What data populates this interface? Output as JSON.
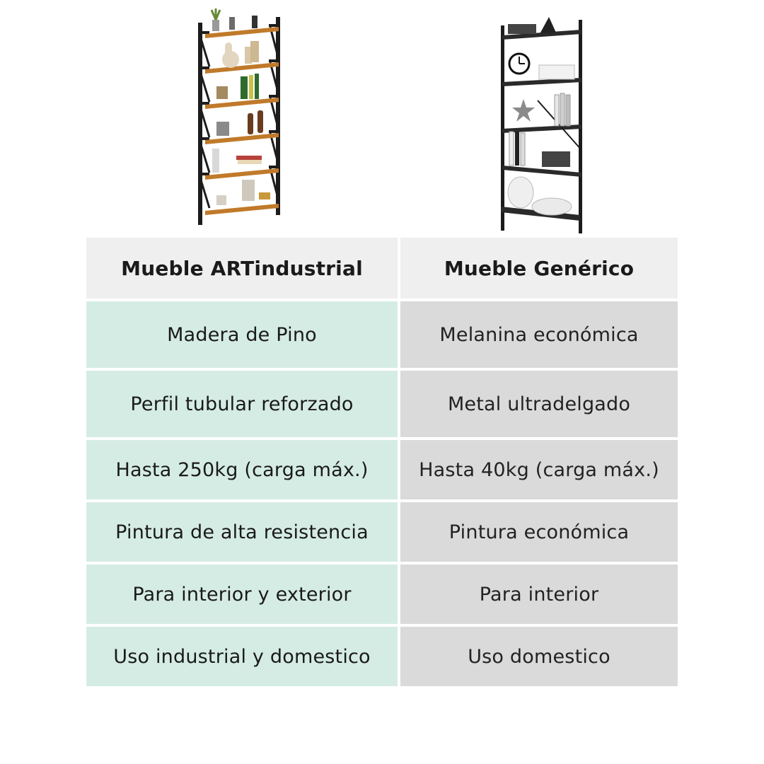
{
  "products": {
    "left_image": "wood-metal-bookshelf-illustration",
    "right_image": "black-metal-bookshelf-illustration"
  },
  "table": {
    "headers": [
      "Mueble ARTindustrial",
      "Mueble Genérico"
    ],
    "rows": [
      [
        "Madera de Pino",
        "Melanina económica"
      ],
      [
        "Perfil tubular reforzado",
        "Metal ultradelgado"
      ],
      [
        "Hasta 250kg (carga máx.)",
        "Hasta 40kg (carga máx.)"
      ],
      [
        "Pintura de alta resistencia",
        "Pintura económica"
      ],
      [
        "Para interior y exterior",
        "Para interior"
      ],
      [
        "Uso industrial y domestico",
        "Uso domestico"
      ]
    ]
  },
  "colors": {
    "header_bg": "#efefef",
    "left_cell_bg": "#d5ece5",
    "right_cell_bg": "#dadada",
    "wood": "#c07a2a",
    "frame": "#1c1c1c"
  }
}
